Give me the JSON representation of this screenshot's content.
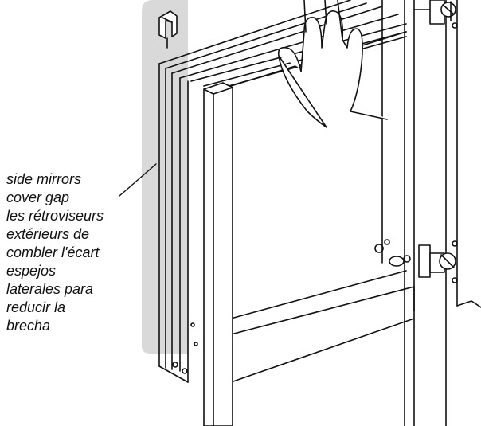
{
  "callout": {
    "lines": [
      "side mirrors",
      "cover gap",
      "les rétroviseurs",
      "extérieurs de",
      "combler l'écart",
      "espejos",
      "laterales para",
      "reducir la",
      "brecha"
    ]
  },
  "colors": {
    "shadow_wall": "#d9d9d9",
    "line": "#111111",
    "background": "#ffffff"
  },
  "icons": [
    "mirror-clip-icon",
    "hand-icon",
    "hinge-icon"
  ]
}
